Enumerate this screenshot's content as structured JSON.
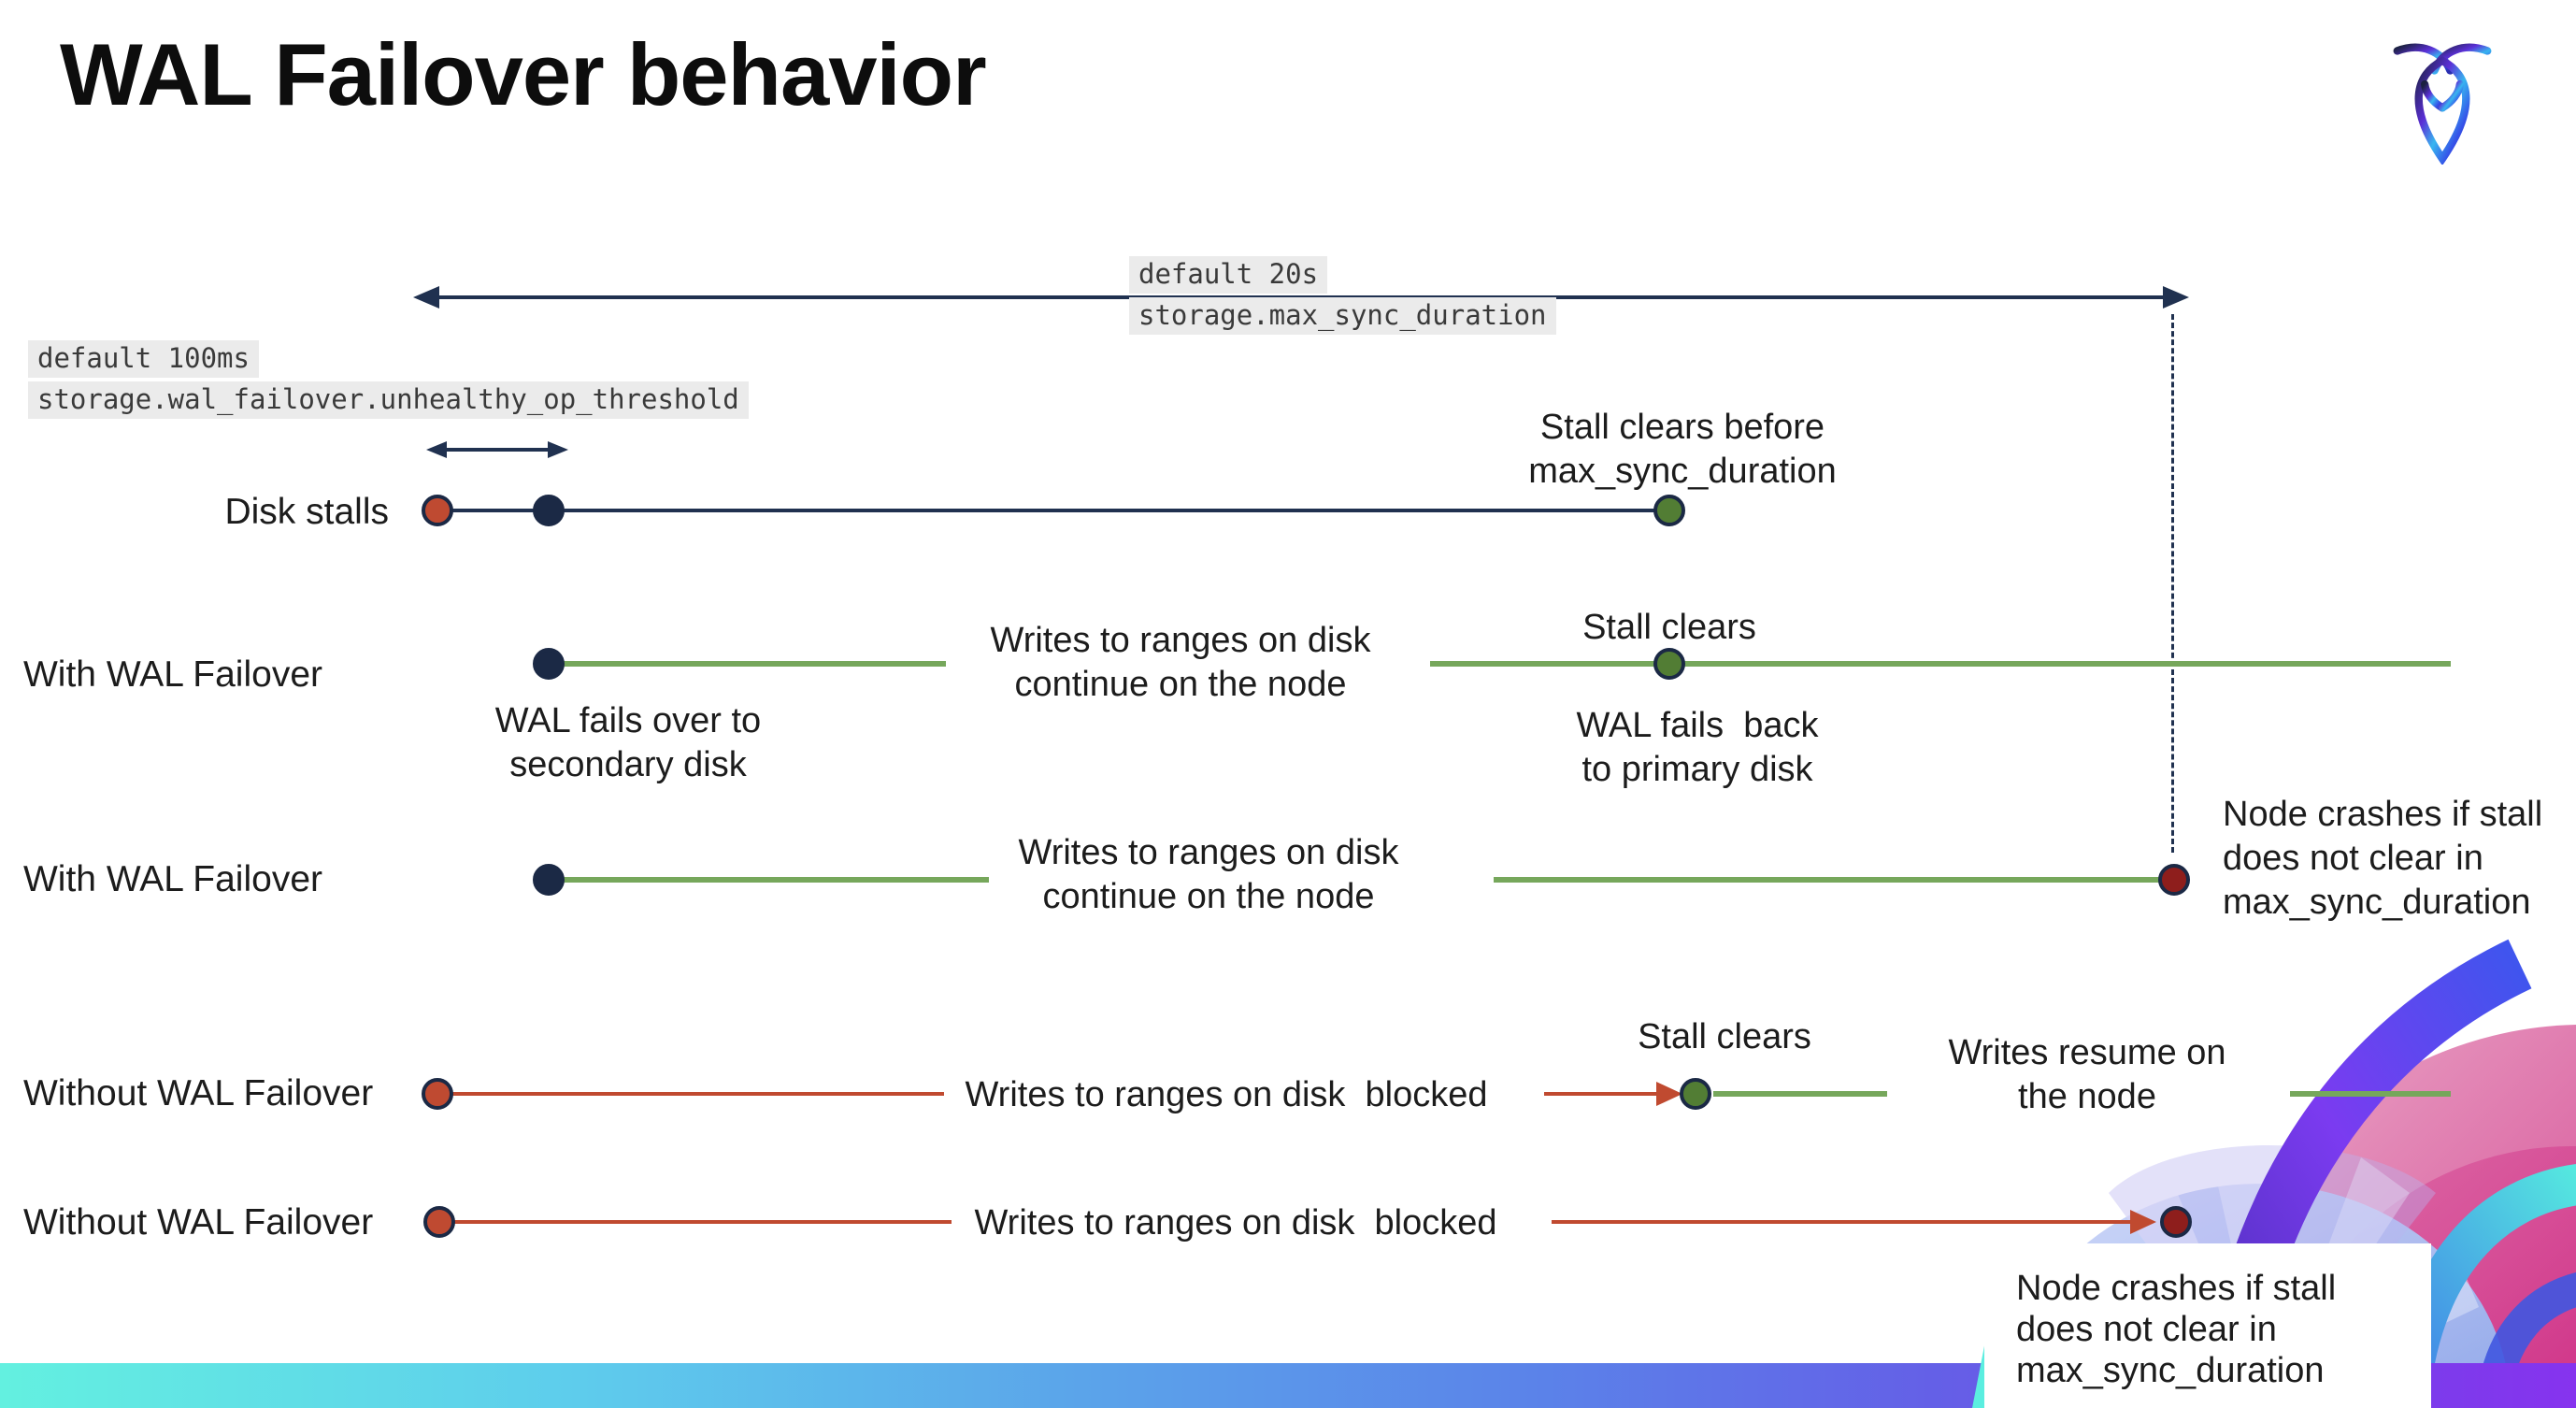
{
  "slide": {
    "title": "WAL Failover behavior",
    "logo": "cockroachdb-logo"
  },
  "callouts": {
    "max_sync_duration": {
      "default_label": "default 20s",
      "setting": "storage.max_sync_duration"
    },
    "unhealthy_op_threshold": {
      "default_label": "default 100ms",
      "setting": "storage.wal_failover.unhealthy_op_threshold"
    }
  },
  "rows": {
    "disk_stalls": "Disk stalls",
    "with_wal_failover_a": "With WAL Failover",
    "with_wal_failover_b": "With WAL Failover",
    "without_wal_failover_a": "Without WAL Failover",
    "without_wal_failover_b": "Without WAL Failover"
  },
  "events": {
    "stall_clears_before": {
      "line1": "Stall clears before",
      "line2": "max_sync_duration"
    },
    "writes_continue": {
      "line1": "Writes to ranges on disk",
      "line2": "continue on the node"
    },
    "stall_clears": "Stall clears",
    "wal_fails_over": {
      "line1": "WAL fails over to",
      "line2": "secondary disk"
    },
    "wal_fails_back": {
      "line1": "WAL fails  back",
      "line2": "to primary disk"
    },
    "node_crashes": {
      "line1": "Node crashes if stall",
      "line2": "does not clear in",
      "line3": "max_sync_duration"
    },
    "writes_blocked": "Writes to ranges on disk  blocked",
    "writes_resume": {
      "line1": "Writes resume on",
      "line2": "the node"
    }
  },
  "colors": {
    "navy": "#203150",
    "navy-dark": "#1b2945",
    "red": "#c04a30",
    "red-fill": "#bf4a31",
    "crash-red": "#8e1e1c",
    "green-line": "#76a75b",
    "green-dot": "#527d34",
    "mono-text": "#3a3a3a",
    "highlight-bg": "#ebebeb",
    "text": "#1c1c1c"
  }
}
